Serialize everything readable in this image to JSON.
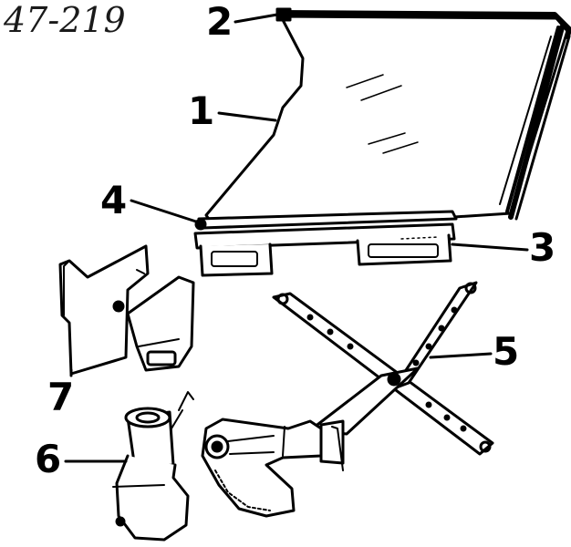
{
  "reference_code": "47-219",
  "callouts": {
    "c1": "1",
    "c2": "2",
    "c3": "3",
    "c4": "4",
    "c5": "5",
    "c6": "6",
    "c7": "7"
  },
  "colors": {
    "ink": "#000000",
    "paper": "#ffffff"
  }
}
